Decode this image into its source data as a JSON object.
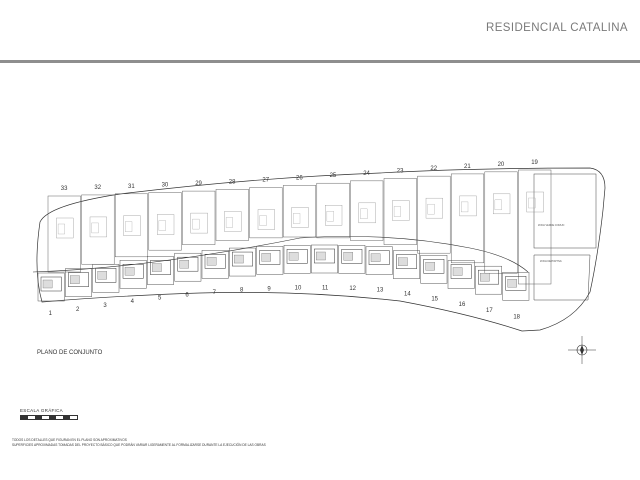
{
  "header": {
    "title": "RESIDENCIAL CATALINA"
  },
  "plan": {
    "label": "PLANO DE CONJUNTO",
    "north_symbol": "north-arrow-icon",
    "upper_plots": [
      "33",
      "32",
      "31",
      "30",
      "29",
      "28",
      "27",
      "26",
      "25",
      "24",
      "23",
      "22",
      "21",
      "20",
      "19"
    ],
    "lower_plots": [
      "1",
      "2",
      "3",
      "4",
      "5",
      "6",
      "7",
      "8",
      "9",
      "10",
      "11",
      "12",
      "13",
      "14",
      "15",
      "16",
      "17",
      "18"
    ],
    "zone_labels": [
      "ZONA VERDE COMUN",
      "ZONA DEPORTIVA"
    ]
  },
  "scale": {
    "title": "ESCALA GRÁFICA"
  },
  "notes": [
    "TODOS LOS DETALLES QUE FIGURAN EN EL PLANO SON APROXIMATIVOS",
    "SUPERFICIES APROXIMADAS TOMADAS DEL PROYECTO BÁSICO QUE PODRÁN VARIAR LIGERAMENTE AL FORMALIZARSE DURANTE LA EJECUCIÓN DE LAS OBRAS"
  ]
}
